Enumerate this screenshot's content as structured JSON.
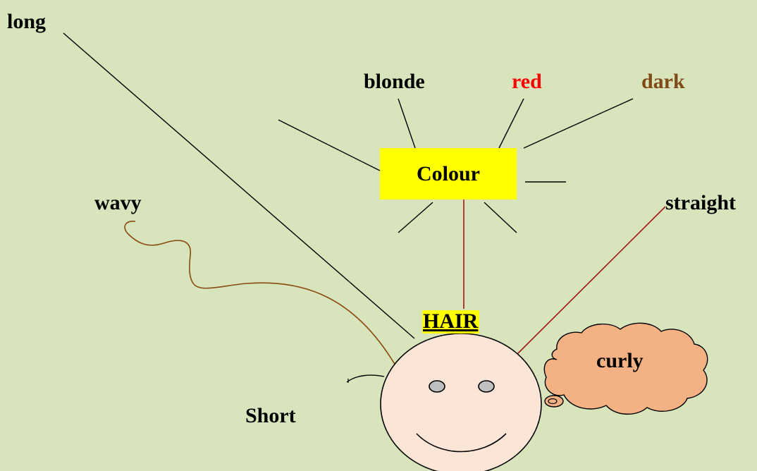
{
  "diagram": {
    "center_label": "HAIR",
    "colour_node": "Colour",
    "labels": {
      "long": "long",
      "blonde": "blonde",
      "red": "red",
      "dark": "dark",
      "wavy": "wavy",
      "straight": "straight",
      "short": "Short",
      "curly": "curly"
    },
    "colors": {
      "background": "#d8e4bc",
      "highlight": "#ffff00",
      "red_label": "#ff0000",
      "dark_label": "#7f4a15",
      "wavy_line": "#8b4a10",
      "straight_line": "#a31515",
      "face_fill": "#fbe5d6",
      "cloud_fill": "#f4b183"
    }
  }
}
